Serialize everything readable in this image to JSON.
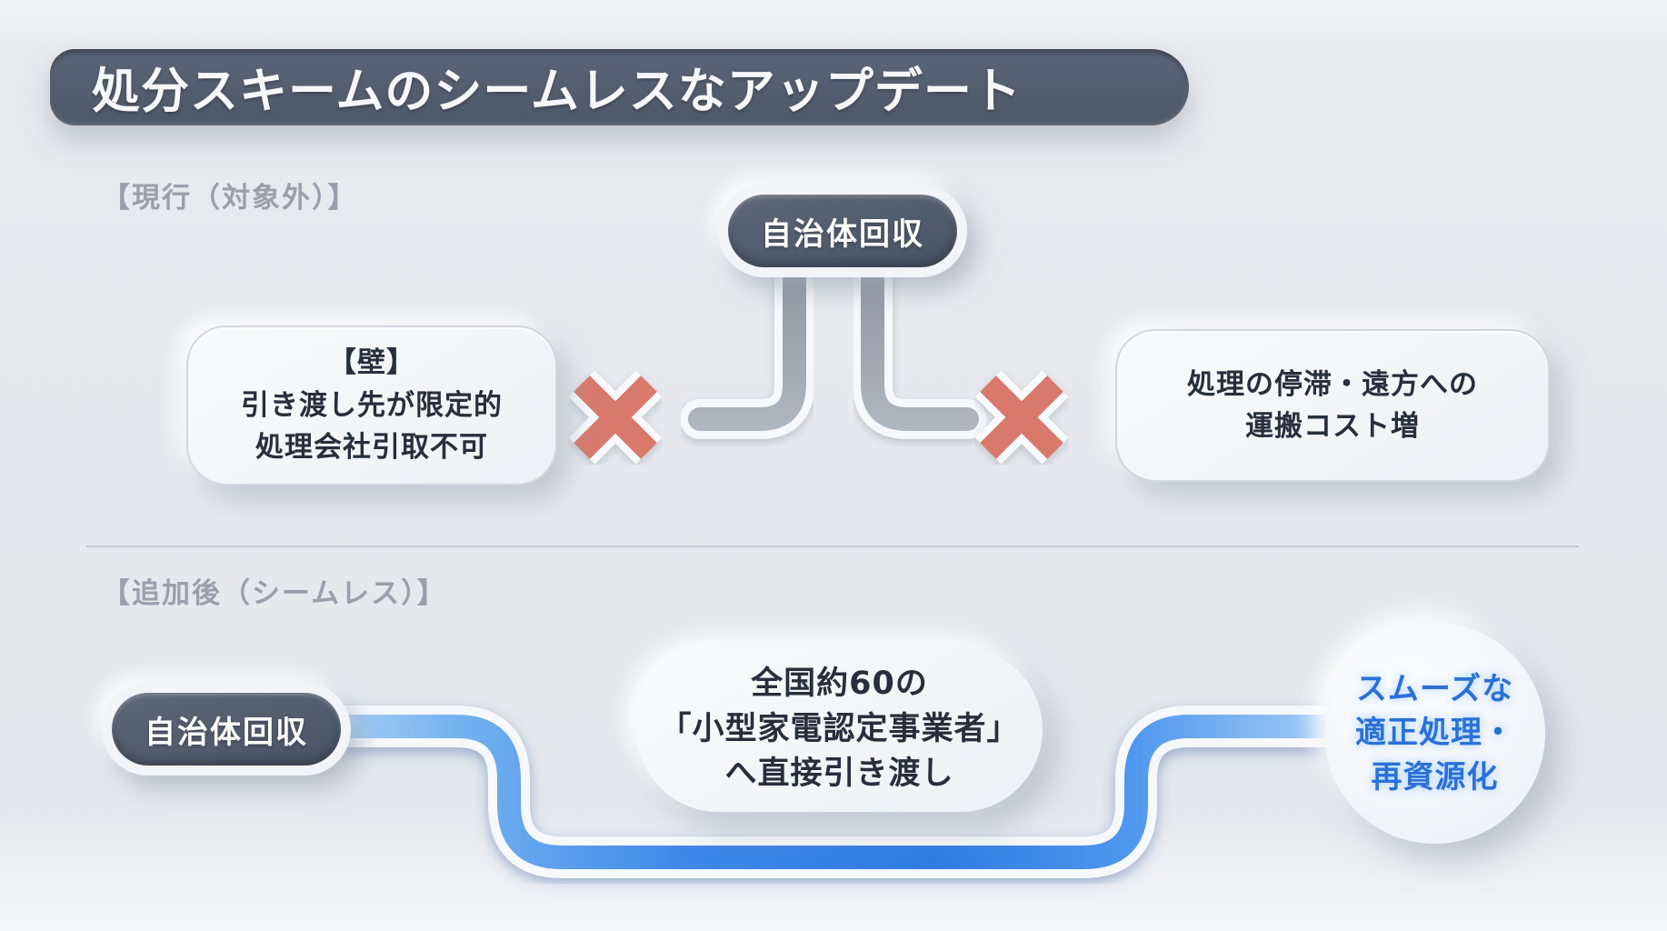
{
  "title": "処分スキームのシームレスなアップデート",
  "sections": {
    "current": {
      "label": "【現行（対象外）】",
      "source_pill": "自治体回収",
      "wall_box": {
        "line1": "【壁】",
        "line2": "引き渡し先が限定的",
        "line3": "処理会社引取不可"
      },
      "cost_box": {
        "line1": "処理の停滞・遠方への",
        "line2": "運搬コスト増"
      },
      "icons": {
        "left_block": "x-mark",
        "right_block": "x-mark"
      }
    },
    "updated": {
      "label": "【追加後（シームレス）】",
      "source_pill": "自治体回収",
      "handover_box": {
        "line1": "全国約60の",
        "line2": "「小型家電認定事業者」",
        "line3": "へ直接引き渡し"
      },
      "result_circle": {
        "line1": "スムーズな",
        "line2": "適正処理・",
        "line3": "再資源化"
      }
    }
  },
  "colors": {
    "background": "#e8eaee",
    "banner_bg": "#515c6d",
    "pill_bg": "#525e6f",
    "label_gray": "#99a0ac",
    "box_text": "#272e3d",
    "x_mark": "#d9796c",
    "pipe_gray": "#9aa2ad",
    "flow_blue": "#2f7ce3",
    "flow_blue_light": "#a6d0f5",
    "result_text_blue": "#2a70d8"
  }
}
